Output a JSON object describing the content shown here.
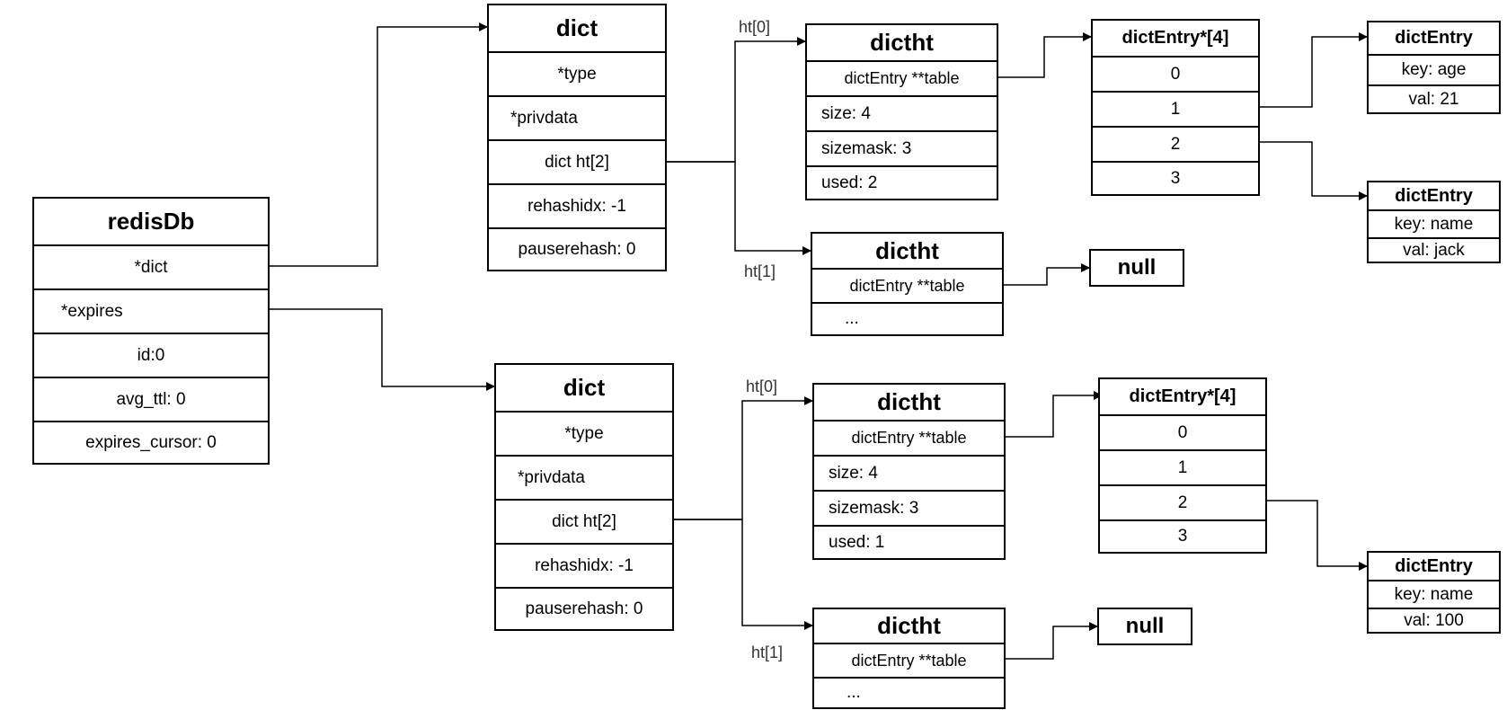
{
  "redisDb": {
    "title": "redisDb",
    "fields": [
      "*dict",
      "*expires",
      "id:0",
      "avg_ttl: 0",
      "expires_cursor: 0"
    ]
  },
  "dict_top": {
    "title": "dict",
    "fields": [
      "*type",
      "*privdata",
      "dict ht[2]",
      "rehashidx: -1",
      "pauserehash: 0"
    ]
  },
  "dict_bottom": {
    "title": "dict",
    "fields": [
      "*type",
      "*privdata",
      "dict ht[2]",
      "rehashidx: -1",
      "pauserehash: 0"
    ]
  },
  "labels": {
    "top_ht0": "ht[0]",
    "top_ht1": "ht[1]",
    "bottom_ht0": "ht[0]",
    "bottom_ht1": "ht[1]"
  },
  "dictht_top0": {
    "title": "dictht",
    "fields": [
      "dictEntry **table",
      "size: 4",
      "sizemask: 3",
      "used: 2"
    ]
  },
  "dictht_top1": {
    "title": "dictht",
    "fields": [
      "dictEntry **table",
      "..."
    ]
  },
  "dictht_bottom0": {
    "title": "dictht",
    "fields": [
      "dictEntry **table",
      "size: 4",
      "sizemask: 3",
      "used: 1"
    ]
  },
  "dictht_bottom1": {
    "title": "dictht",
    "fields": [
      "dictEntry **table",
      "..."
    ]
  },
  "array_top": {
    "title": "dictEntry*[4]",
    "slots": [
      "0",
      "1",
      "2",
      "3"
    ]
  },
  "array_bottom": {
    "title": "dictEntry*[4]",
    "slots": [
      "0",
      "1",
      "2",
      "3"
    ]
  },
  "null_top": "null",
  "null_bottom": "null",
  "entry_age": {
    "title": "dictEntry",
    "key": "key: age",
    "val": "val: 21"
  },
  "entry_name_jack": {
    "title": "dictEntry",
    "key": "key: name",
    "val": "val: jack"
  },
  "entry_name_100": {
    "title": "dictEntry",
    "key": "key: name",
    "val": "val: 100"
  },
  "colors": {
    "line": "#000000",
    "label": "#333333",
    "background": "#ffffff"
  }
}
